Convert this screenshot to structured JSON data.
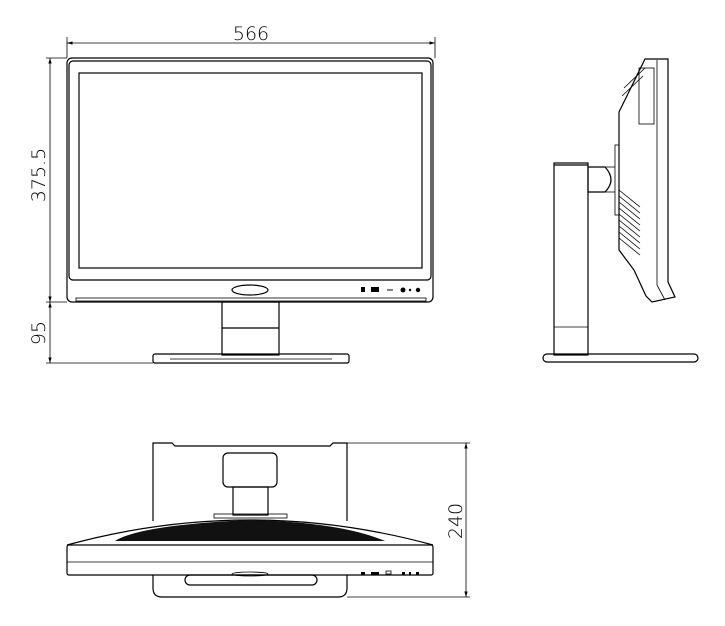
{
  "drawing": {
    "views": [
      "front-view",
      "side-view",
      "top-view"
    ],
    "dimensions": {
      "width": "566",
      "panel_height": "375.5",
      "stand_height": "95",
      "depth": "240"
    }
  }
}
